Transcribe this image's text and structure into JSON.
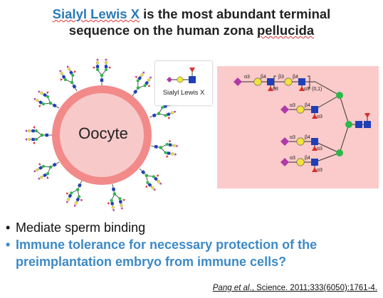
{
  "title": {
    "line1_highlight": "Sialyl Lewis X",
    "line1_rest": " is the most abundant terminal",
    "line2_pre": "sequence on the human zona ",
    "line2_underlined": "pellucida"
  },
  "diagram": {
    "cell_label": "Oocyte",
    "legend_label": "Sialyl Lewis X",
    "glycan_labels": [
      "α3",
      "β4",
      "β3",
      "β4",
      "α3",
      "α3",
      "(0,1)",
      "α3",
      "β4",
      "α3",
      "α3",
      "β4",
      "α3",
      "α3",
      "β4",
      "α3"
    ],
    "colors": {
      "sialic_acid": "#b03aa6",
      "galactose": "#f2e23c",
      "glcnac": "#1f3fb8",
      "fucose": "#d8302a",
      "mannose": "#2db84a",
      "oocyte_ring": "#f28a8a",
      "oocyte_fill": "#f7c9c9",
      "panel_bg": "#fbcaca"
    }
  },
  "bullets": {
    "item1": "Mediate sperm binding",
    "item2_line1": "Immune tolerance for necessary protection of the",
    "item2_line2": "preimplantation embryo from immune cells?"
  },
  "citation": {
    "author": "Pang et al",
    "rest": "., Science. 2011;333(6050):1761-4."
  }
}
